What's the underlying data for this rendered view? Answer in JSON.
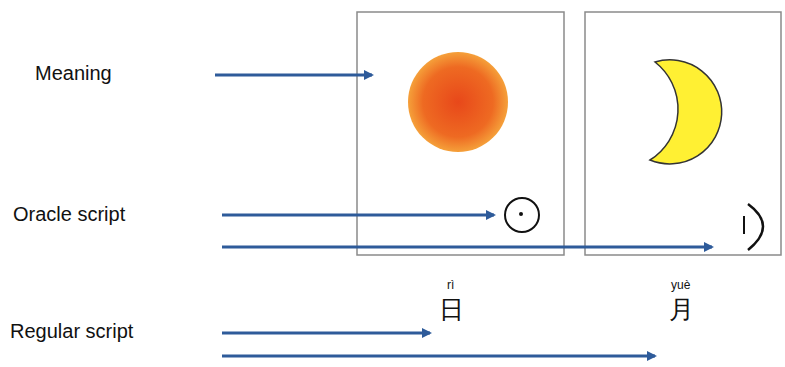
{
  "diagram": {
    "labels": [
      "Meaning",
      "Oracle script",
      "Regular script",
      "rì",
      "日",
      "yuè",
      "月"
    ]
  }
}
